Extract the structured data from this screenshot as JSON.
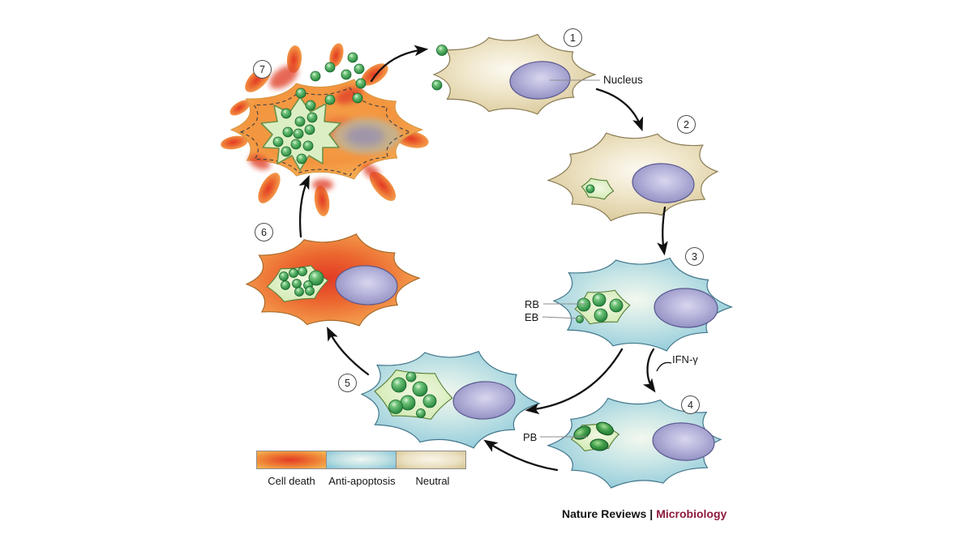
{
  "figure": {
    "steps": [
      "1",
      "2",
      "3",
      "4",
      "5",
      "6",
      "7"
    ],
    "annotations": {
      "nucleus": "Nucleus",
      "rb": "RB",
      "eb": "EB",
      "pb": "PB",
      "ifn_gamma": "IFN-γ"
    },
    "legend": {
      "items": [
        {
          "label": "Cell death",
          "color": "#e8432c"
        },
        {
          "label": "Anti-apoptosis",
          "color": "#7cc0d6"
        },
        {
          "label": "Neutral",
          "color": "#d5c28e"
        }
      ]
    },
    "credit": {
      "journal": "Nature Reviews",
      "separator": "|",
      "field": "Microbiology",
      "field_color": "#8d1a3c"
    }
  }
}
